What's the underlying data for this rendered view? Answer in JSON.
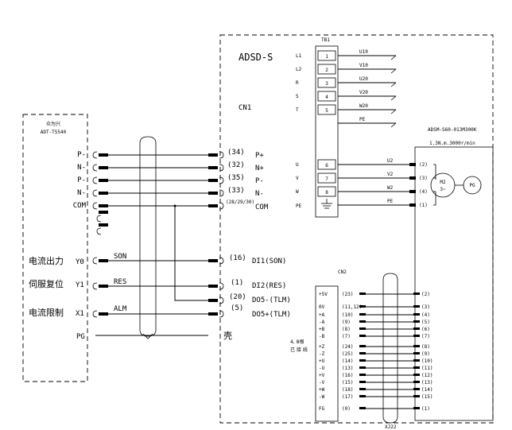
{
  "left_unit": {
    "title": "众为兴",
    "model": "ADT-TS540",
    "terminals": [
      "P-",
      "N-",
      "P-",
      "N-",
      "COM"
    ],
    "io": [
      {
        "name": "电流出力",
        "port": "Y0",
        "signal": "SON"
      },
      {
        "name": "伺服复位",
        "port": "Y1",
        "signal": "RES"
      },
      {
        "name": "电流限制",
        "port": "X1",
        "signal": "ALM"
      }
    ],
    "ground": "PG"
  },
  "drive": {
    "title": "ADSD-S",
    "cn1": "CN1",
    "cn2": "CN2",
    "tb": "TB1",
    "pins": [
      {
        "num": "(34)",
        "label": "P+"
      },
      {
        "num": "(32)",
        "label": "N+"
      },
      {
        "num": "(35)",
        "label": "P-"
      },
      {
        "num": "(33)",
        "label": "N-"
      },
      {
        "num": "(28/29/30)",
        "label": "COM"
      },
      {
        "num": "(16)",
        "label": "DI1(SON)"
      },
      {
        "num": "(1)",
        "label": "DI2(RES)"
      },
      {
        "num": "(20)",
        "label": "DO5-(TLM)"
      },
      {
        "num": "(5)",
        "label": "DO5+(TLM)"
      }
    ],
    "shell": "壳",
    "tb_labels": [
      "L1",
      "L2",
      "R",
      "S",
      "T",
      "U",
      "V",
      "W",
      "PE"
    ],
    "tb_nums": [
      "1",
      "2",
      "3",
      "4",
      "5",
      "6",
      "7",
      "8"
    ],
    "power_lines": [
      "U10",
      "V10",
      "U20",
      "V20",
      "W20",
      "PE"
    ],
    "motor_lines": [
      "U2",
      "V2",
      "W2",
      "PE"
    ],
    "motor_pins": [
      "(2)",
      "(3)",
      "(4)",
      "(1)"
    ]
  },
  "motor": {
    "model": "ADSM-S60-013M300K",
    "spec": "1.3N.m.3000r/min",
    "label": "M2",
    "phase": "3~",
    "encoder": "PG"
  },
  "encoder_cable": {
    "left_signals": [
      "+5V",
      "0V",
      "+A",
      "-A",
      "+B",
      "-B",
      "+Z",
      "-Z",
      "+U",
      "-U",
      "+V",
      "-V",
      "+W",
      "-W",
      "FG"
    ],
    "left_pins": [
      "(23)",
      "(11,12)",
      "(10)",
      "(9)",
      "(8)",
      "(7)",
      "(24)",
      "(25)",
      "(14)",
      "(13)",
      "(16)",
      "(15)",
      "(18)",
      "(17)",
      "(0)"
    ],
    "right_pins": [
      "(2)",
      "(3)",
      "(4)",
      "(5)",
      "(6)",
      "(7)",
      "(8)",
      "(9)",
      "(10)",
      "(11)",
      "(12)",
      "(13)",
      "(14)",
      "(15)",
      "(1)"
    ],
    "note_line1": "4, 8根",
    "note_line2": "已 接 线",
    "bottom_label": "XJ22"
  }
}
